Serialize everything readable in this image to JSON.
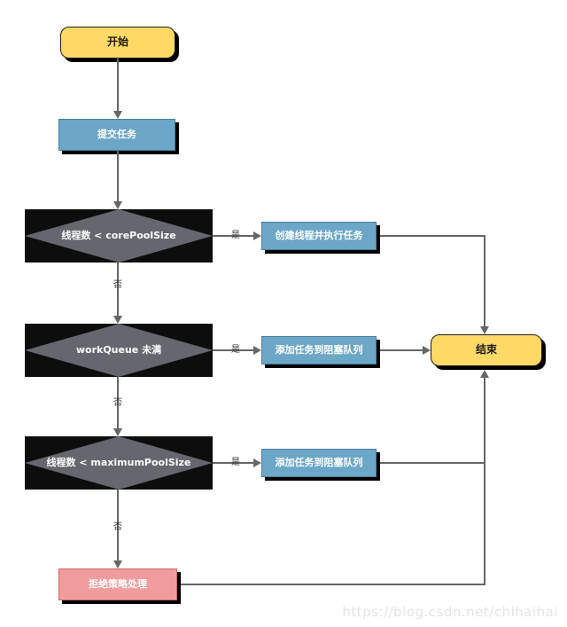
{
  "diagram": {
    "title_context": "thread-pool-execution-flowchart",
    "nodes": {
      "start": {
        "label": "开始",
        "type": "terminal"
      },
      "submit": {
        "label": "提交任务",
        "type": "process"
      },
      "decision_core": {
        "label": "线程数 < corePoolSize",
        "type": "decision"
      },
      "create_thread": {
        "label": "创建线程并执行任务",
        "type": "process"
      },
      "decision_queue": {
        "label": "workQueue 未满",
        "type": "decision"
      },
      "add_queue_1": {
        "label": "添加任务到阻塞队列",
        "type": "process"
      },
      "decision_max": {
        "label": "线程数 < maximumPoolSize",
        "type": "decision"
      },
      "add_queue_2": {
        "label": "添加任务到阻塞队列",
        "type": "process"
      },
      "reject": {
        "label": "拒绝策略处理",
        "type": "reject"
      },
      "end": {
        "label": "结束",
        "type": "terminal"
      }
    },
    "edge_labels": {
      "yes": "是",
      "no": "否"
    },
    "watermark": "https://blog.csdn.net/chihaihai"
  },
  "colors": {
    "terminal_fill": "#FFD966",
    "process_fill": "#6CA7C7",
    "reject_fill": "#F19C9C",
    "decision_fill": "#66666F",
    "decision_bg": "#0D0D0D",
    "connector": "#666666"
  }
}
